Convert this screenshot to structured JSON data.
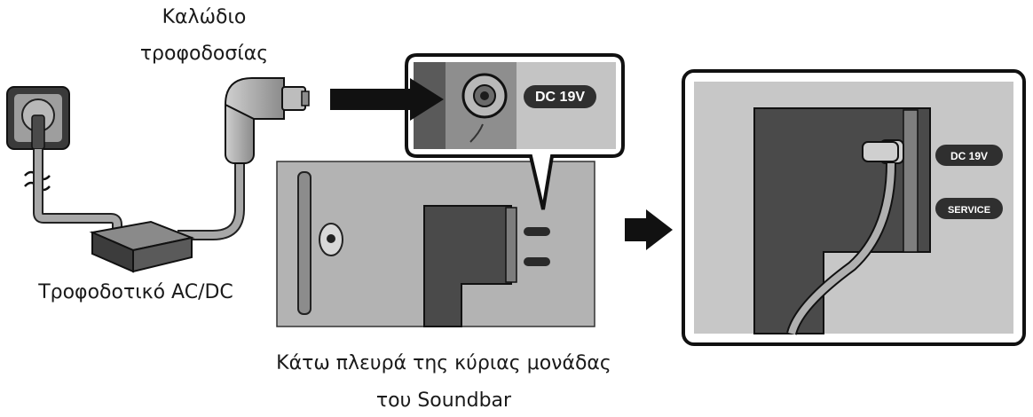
{
  "labels": {
    "power_cable_line1": "Καλώδιο",
    "power_cable_line2": "τροφοδοσίας",
    "adapter": "Τροφοδοτικό AC/DC",
    "bottom_side_line1": "Κάτω πλευρά της κύριας μονάδας",
    "bottom_side_line2": "του Soundbar"
  },
  "port_labels": {
    "dc": "DC 19V",
    "service": "SERVICE"
  },
  "icons": [
    "wall-outlet-icon",
    "ac-wave-icon",
    "adapter-brick-icon",
    "right-angle-plug-icon",
    "arrow-right-icon"
  ]
}
